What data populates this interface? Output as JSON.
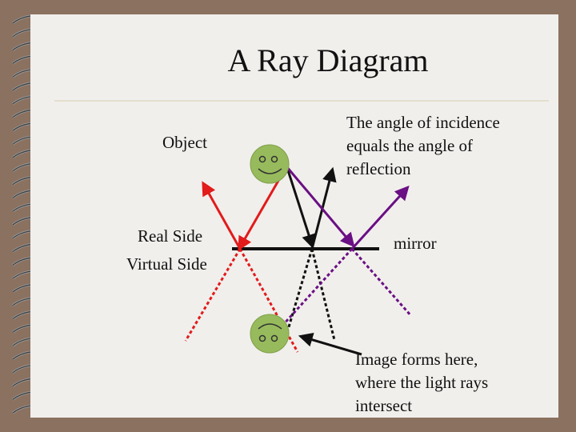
{
  "slide": {
    "title": "A Ray Diagram",
    "object_label": "Object",
    "real_side_label": "Real Side",
    "virtual_side_label": "Virtual Side",
    "incidence_note": [
      "The angle of incidence",
      "equals the angle of",
      "reflection"
    ],
    "mirror_label": "mirror",
    "image_note": [
      "Image forms here,",
      "where the light rays",
      "intersect"
    ]
  },
  "colors": {
    "page_border": "#8b7160",
    "paper": "#f1efec",
    "ring_dark": "#3d3d3d",
    "ring_light": "#9a9a9a",
    "face": "#97bb5c",
    "ray_red": "#e21b1b",
    "ray_black": "#111111",
    "ray_purple": "#6a0f84",
    "mirror": "#111111"
  },
  "icons": {
    "object": "smiley-face-icon",
    "image": "inverted-smiley-face-icon",
    "binding": "spiral-binding-icon"
  }
}
